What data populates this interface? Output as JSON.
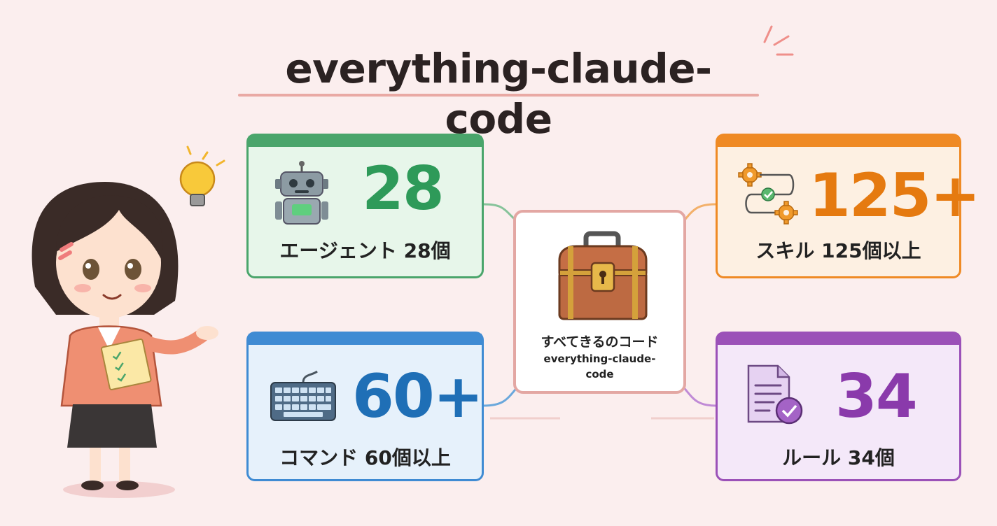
{
  "title": "everything-claude-code",
  "center": {
    "caption_jp": "すべてきるのコード",
    "caption_en": "everything-claude-code",
    "icon": "treasure-chest-icon"
  },
  "cards": {
    "agents": {
      "number": "28",
      "label": "エージェント 28個",
      "icon": "robot-icon",
      "color": "#4aa56b"
    },
    "skills": {
      "number": "125+",
      "label": "スキル 125個以上",
      "icon": "gears-workflow-icon",
      "color": "#ef8a24"
    },
    "commands": {
      "number": "60+",
      "label": "コマンド 60個以上",
      "icon": "keyboard-icon",
      "color": "#3f8bd3"
    },
    "rules": {
      "number": "34",
      "label": "ルール 34個",
      "icon": "document-check-icon",
      "color": "#9b51b8"
    }
  },
  "decor": {
    "character": "presenter-girl-illustration",
    "lightbulb": "lightbulb-icon"
  }
}
